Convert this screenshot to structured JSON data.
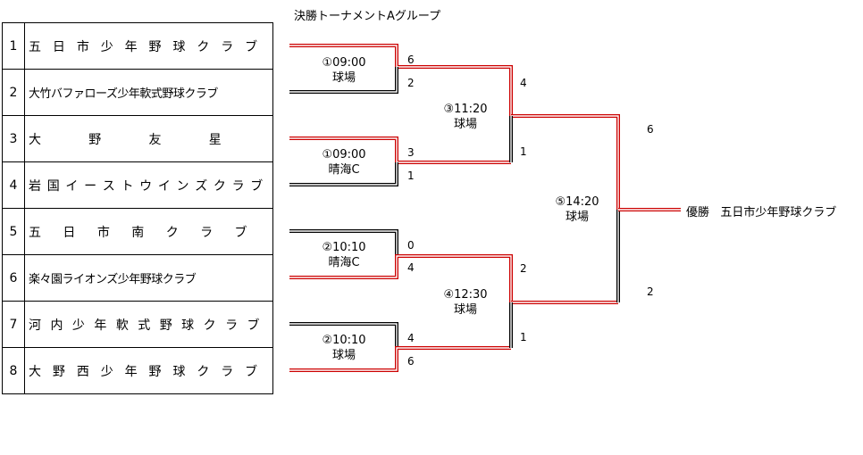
{
  "title": "決勝トーナメントAグループ",
  "teams": [
    {
      "num": "1",
      "name": "五日市少年野球クラブ"
    },
    {
      "num": "2",
      "name": "大竹バファローズ少年軟式野球クラブ"
    },
    {
      "num": "3",
      "name": "大野友星"
    },
    {
      "num": "4",
      "name": "岩国イーストウインズクラブ"
    },
    {
      "num": "5",
      "name": "五日市南クラブ"
    },
    {
      "num": "6",
      "name": "楽々園ライオンズ少年野球クラブ"
    },
    {
      "num": "7",
      "name": "河内少年軟式野球クラブ"
    },
    {
      "num": "8",
      "name": "大野西少年野球クラブ"
    }
  ],
  "matches": {
    "m1": {
      "time": "①09:00",
      "venue": "球場",
      "score_top": "6",
      "score_bottom": "2"
    },
    "m2": {
      "time": "①09:00",
      "venue": "晴海C",
      "score_top": "3",
      "score_bottom": "1"
    },
    "m3": {
      "time": "②10:10",
      "venue": "晴海C",
      "score_top": "0",
      "score_bottom": "4"
    },
    "m4": {
      "time": "②10:10",
      "venue": "球場",
      "score_top": "4",
      "score_bottom": "6"
    },
    "sf1": {
      "time": "③11:20",
      "venue": "球場",
      "score_top": "4",
      "score_bottom": "1"
    },
    "sf2": {
      "time": "④12:30",
      "venue": "球場",
      "score_top": "2",
      "score_bottom": "1"
    },
    "final": {
      "time": "⑤14:20",
      "venue": "球場",
      "score_top": "6",
      "score_bottom": "2"
    }
  },
  "champion": {
    "label": "優勝",
    "team": "五日市少年野球クラブ"
  },
  "colors": {
    "win_line": "#cc0000",
    "line": "#000000"
  }
}
